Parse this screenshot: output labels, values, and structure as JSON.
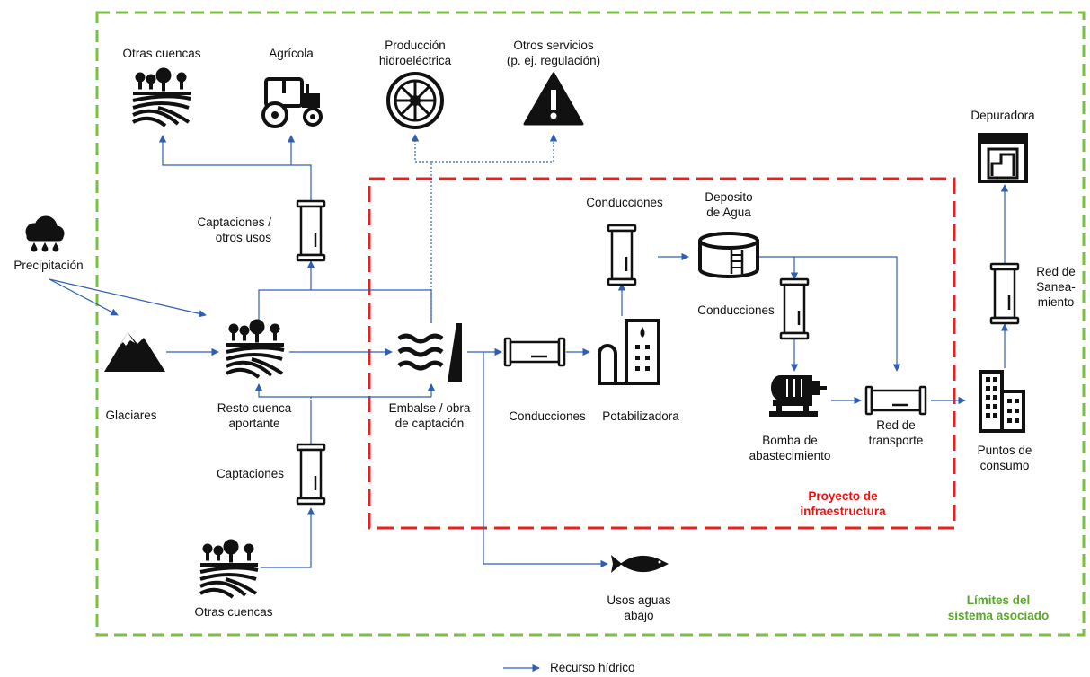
{
  "nodes": {
    "otras_cuencas_top": "Otras cuencas",
    "agricola": "Agrícola",
    "produccion_1": "Producción",
    "produccion_2": "hidroeléctrica",
    "otros_servicios_1": "Otros servicios",
    "otros_servicios_2": "(p. ej. regulación)",
    "depuradora": "Depuradora",
    "precipitacion": "Precipitación",
    "captaciones_otros_1": "Captaciones /",
    "captaciones_otros_2": "otros usos",
    "conducciones_top": "Conducciones",
    "deposito_1": "Deposito",
    "deposito_2": "de Agua",
    "conducciones_mid": "Conducciones",
    "red_saneamiento_1": "Red de",
    "red_saneamiento_2": "Sanea-",
    "red_saneamiento_3": "miento",
    "glaciares": "Glaciares",
    "resto_cuenca_1": "Resto cuenca",
    "resto_cuenca_2": "aportante",
    "embalse_1": "Embalse / obra",
    "embalse_2": "de captación",
    "conducciones_low": "Conducciones",
    "potabilizadora": "Potabilizadora",
    "bomba_1": "Bomba de",
    "bomba_2": "abastecimiento",
    "red_transporte_1": "Red de",
    "red_transporte_2": "transporte",
    "puntos_consumo_1": "Puntos de",
    "puntos_consumo_2": "consumo",
    "captaciones": "Captaciones",
    "otras_cuencas_bottom": "Otras cuencas",
    "usos_aguas_1": "Usos aguas",
    "usos_aguas_2": "abajo"
  },
  "boundaries": {
    "proyecto_1": "Proyecto de",
    "proyecto_2": "infraestructura",
    "limites_1": "Límites  del",
    "limites_2": "sistema asociado"
  },
  "legend": {
    "recurso_hidrico": "Recurso hídrico"
  },
  "colors": {
    "system_boundary": "#7ac143",
    "project_boundary": "#e82020",
    "arrow": "#2f5fb5"
  }
}
